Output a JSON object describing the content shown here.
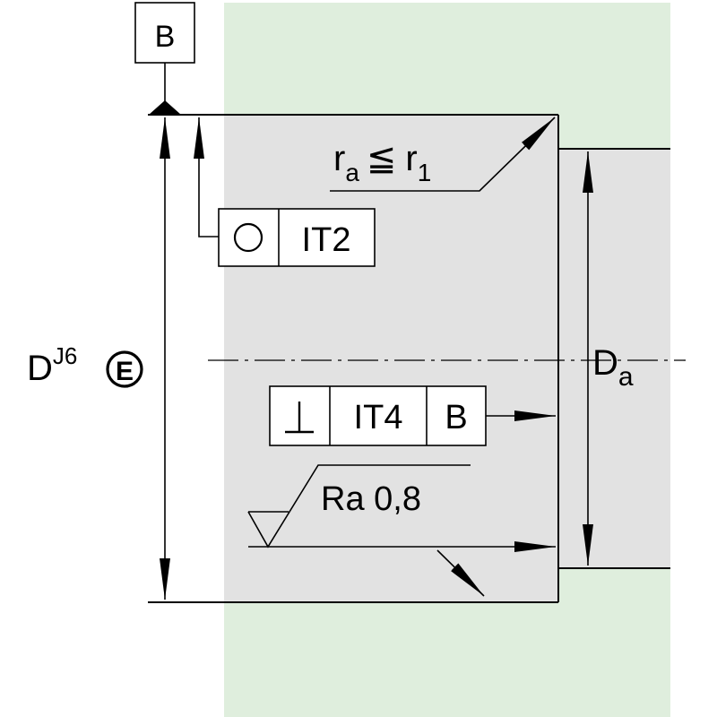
{
  "colors": {
    "housing": "#dfeedd",
    "part": "#e2e2e2",
    "line": "#000000",
    "box_fill": "#ffffff"
  },
  "datum": {
    "letter": "B"
  },
  "roundness_frame": {
    "symbol": "○",
    "tolerance": "IT2"
  },
  "perpendicularity_frame": {
    "symbol": "⊥",
    "tolerance": "IT4",
    "datum": "B"
  },
  "fillet": {
    "r": "r",
    "r_sub": "a",
    "relation": "≦",
    "r1": "r",
    "r1_sub": "1"
  },
  "bore_diameter": {
    "letter": "D",
    "tolerance_class": "J6",
    "envelope_symbol": "E"
  },
  "shoulder_diameter": {
    "letter": "D",
    "sub": "a"
  },
  "roughness": {
    "text": "Ra 0,8"
  }
}
